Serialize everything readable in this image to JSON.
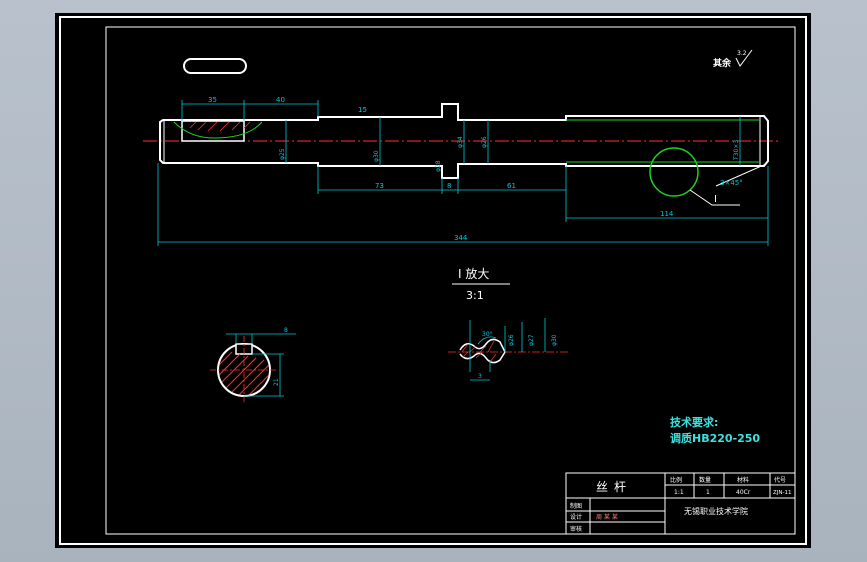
{
  "drawing": {
    "title": "丝杆",
    "roughness_symbol": "其余",
    "roughness_value": "3.2",
    "tech_requirements_title": "技术要求:",
    "tech_requirements_text": "调质HB220-250",
    "detail_title": "I 放大",
    "detail_scale": "3:1",
    "detail_marker": "I",
    "chamfer_note": "3×45°"
  },
  "dimensions": {
    "keyway_length": "35",
    "keyway_offset": "40",
    "step_angle": "15",
    "len_73": "73",
    "len_8": "8",
    "len_61": "61",
    "len_114": "114",
    "total_length": "344",
    "dia_a": "φ25",
    "dia_b": "φ30",
    "dia_c": "φ34",
    "dia_d": "φ26",
    "dia_e": "φ28",
    "dia_thread": "T30×3",
    "dia_tooth1": "φ26",
    "dia_tooth2": "φ27",
    "dia_tooth3": "φ30",
    "tooth_angle": "30°",
    "tooth_pitch": "3",
    "key_width": "8",
    "key_depth": "21"
  },
  "title_block": {
    "scale_label": "比例",
    "qty_label": "数量",
    "material_label": "材料",
    "code_label": "代号",
    "scale_value": "1:1",
    "qty_value": "1",
    "material_value": "40Cr",
    "code_value": "ZJN-11",
    "drawn_label": "制图",
    "designer_label": "设计",
    "checked_label": "审核",
    "designer_name": "周 某 某",
    "school": "无锡职业技术学院"
  },
  "colors": {
    "background": "#000000",
    "outline": "#ffffff",
    "dimension": "#00c8d8",
    "center_line": "#ff3030",
    "hatch": "#ff3030",
    "green_line": "#20d020",
    "tech_text": "#40e0e0"
  }
}
